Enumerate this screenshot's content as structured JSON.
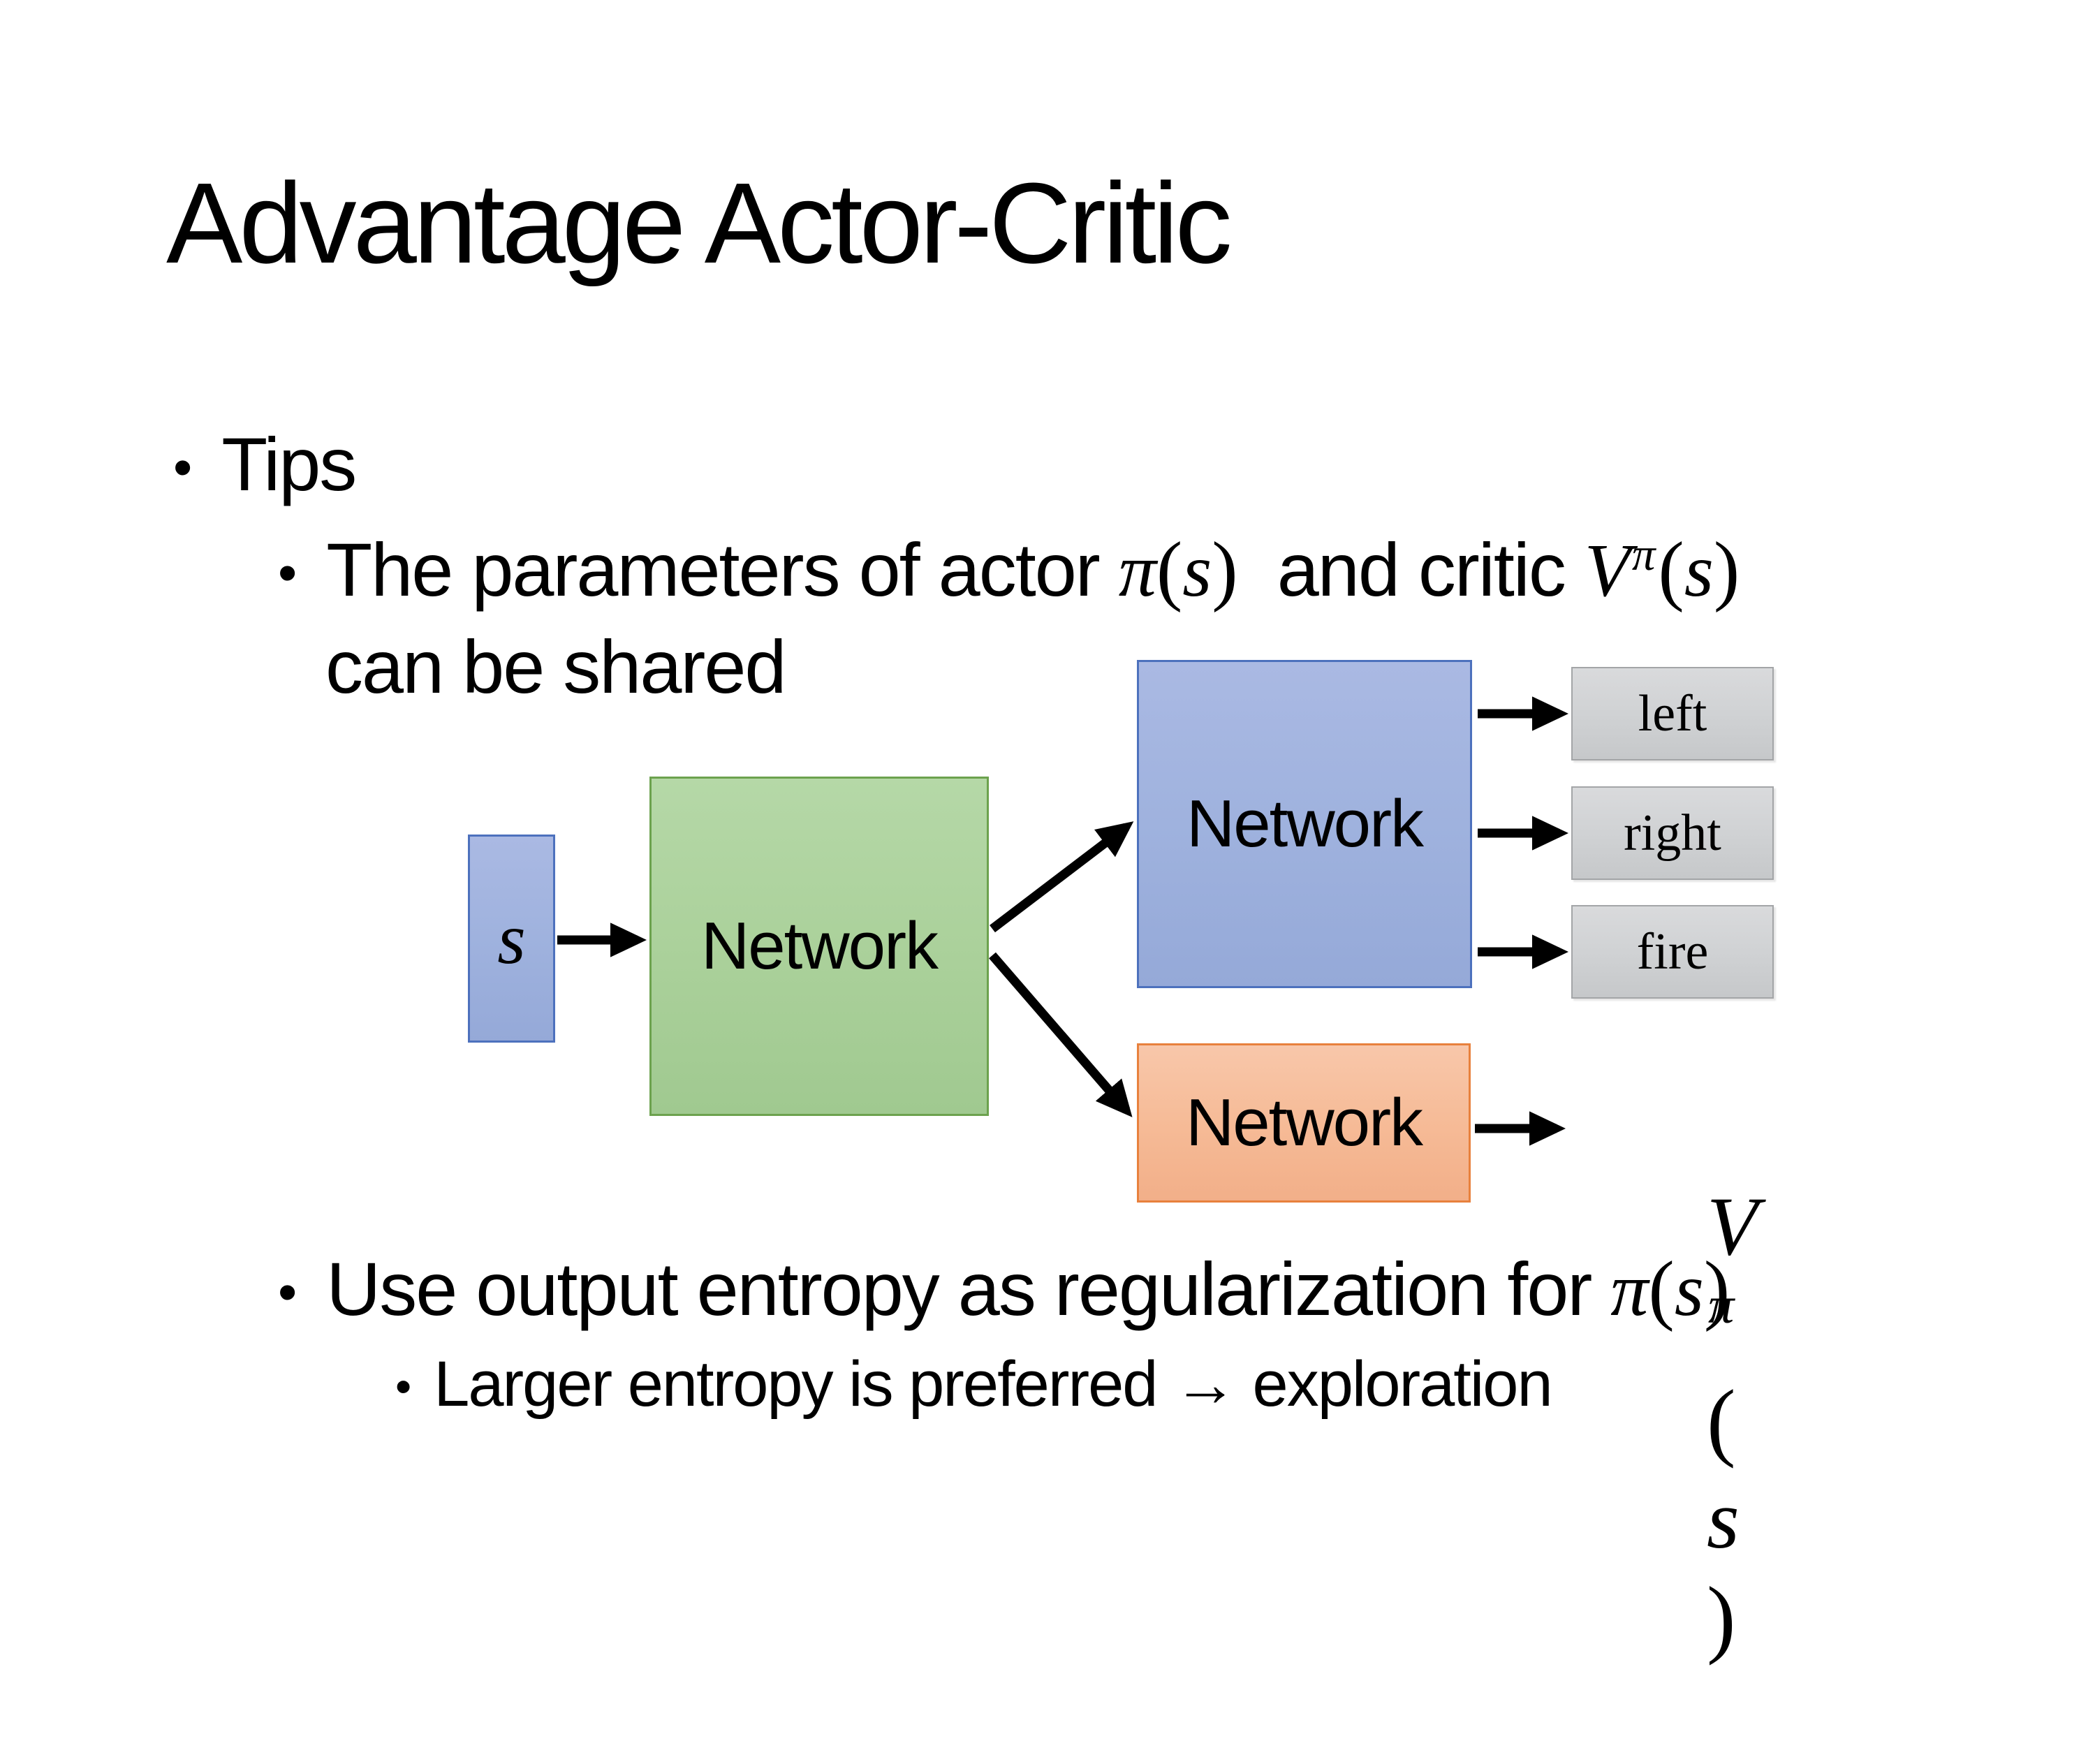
{
  "slide": {
    "title": "Advantage Actor-Critic",
    "bullet_glyph": "•",
    "tips_label": "Tips",
    "b2": {
      "t1": "The parameters of actor ",
      "pi1": "π",
      "lp1": "(",
      "s1": "s",
      "rp1": ")",
      "t2": "  and critic ",
      "v": "V",
      "vsup": "π",
      "lp2": "(",
      "s2": "s",
      "rp2": ")",
      "line2": "can be shared"
    },
    "b3": {
      "t1": "Use output entropy as regularization for ",
      "pi": "π",
      "lp": "(",
      "s": "s",
      "rp": ")"
    },
    "b4": "Larger entropy is preferred → exploration"
  },
  "diagram": {
    "input": {
      "label": "s"
    },
    "shared_network": {
      "label": "Network"
    },
    "actor_network": {
      "label": "Network"
    },
    "critic_network": {
      "label": "Network"
    },
    "actions": [
      {
        "label": "left"
      },
      {
        "label": "right"
      },
      {
        "label": "fire"
      }
    ],
    "value_output": {
      "v": "V",
      "sup": "π",
      "lp": "(",
      "s": "s",
      "rp": ")"
    },
    "colors": {
      "input_fill": "#9fb2de",
      "network_blue_fill": "#9fb2de",
      "network_blue_border": "#4d71bd",
      "network_green_fill": "#abd19b",
      "network_green_border": "#6ca24e",
      "network_orange_fill": "#f6bb97",
      "network_orange_border": "#e8813d",
      "action_fill": "#d0d2d4",
      "action_border": "#a3a5a7",
      "arrow_color": "#000000",
      "text_color": "#000000",
      "background": "#ffffff"
    }
  }
}
